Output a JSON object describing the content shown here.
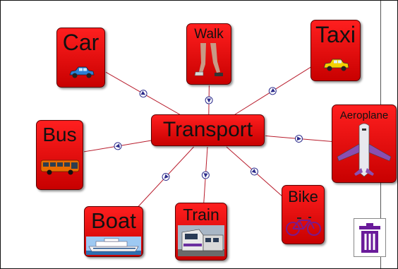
{
  "diagram": {
    "center": {
      "id": "transport",
      "label": "Transport"
    },
    "nodes": [
      {
        "id": "car",
        "label": "Car",
        "icon": "car-icon"
      },
      {
        "id": "walk",
        "label": "Walk",
        "icon": "walking-legs-icon"
      },
      {
        "id": "taxi",
        "label": "Taxi",
        "icon": "taxi-icon"
      },
      {
        "id": "bus",
        "label": "Bus",
        "icon": "bus-icon"
      },
      {
        "id": "aeroplane",
        "label": "Aeroplane",
        "icon": "aeroplane-icon"
      },
      {
        "id": "boat",
        "label": "Boat",
        "icon": "ship-icon"
      },
      {
        "id": "train",
        "label": "Train",
        "icon": "train-icon"
      },
      {
        "id": "bike",
        "label": "Bike",
        "icon": "bicycle-icon"
      }
    ],
    "links": [
      {
        "from": "car",
        "to": "transport"
      },
      {
        "from": "walk",
        "to": "transport"
      },
      {
        "from": "taxi",
        "to": "transport"
      },
      {
        "from": "transport",
        "to": "bus"
      },
      {
        "from": "transport",
        "to": "aeroplane"
      },
      {
        "from": "transport",
        "to": "boat"
      },
      {
        "from": "transport",
        "to": "train"
      },
      {
        "from": "transport",
        "to": "bike"
      }
    ]
  },
  "toolbar": {
    "trash_icon": "trash-icon"
  },
  "colors": {
    "node_fill": "#e00000",
    "node_border": "#5a0000",
    "link": "#b81c2c",
    "arrow_marker": "#2b2b8c",
    "trash": "#6a1b9a"
  }
}
